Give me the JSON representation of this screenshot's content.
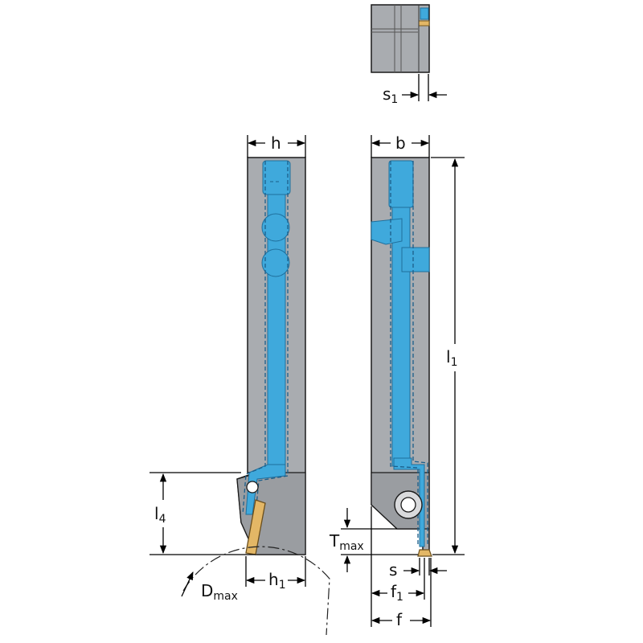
{
  "labels": {
    "s1_base": "s",
    "s1_sub": "1",
    "h": "h",
    "b": "b",
    "l1_base": "l",
    "l1_sub": "1",
    "l4_base": "l",
    "l4_sub": "4",
    "tmax_base": "T",
    "tmax_sub": "max",
    "s": "s",
    "f1_base": "f",
    "f1_sub": "1",
    "f": "f",
    "h1_base": "h",
    "h1_sub": "1",
    "dmax_base": "D",
    "dmax_sub": "max"
  },
  "colors": {
    "body": "#a9acb0",
    "coolant": "#3fa9dc",
    "insert": "#e3b766"
  }
}
